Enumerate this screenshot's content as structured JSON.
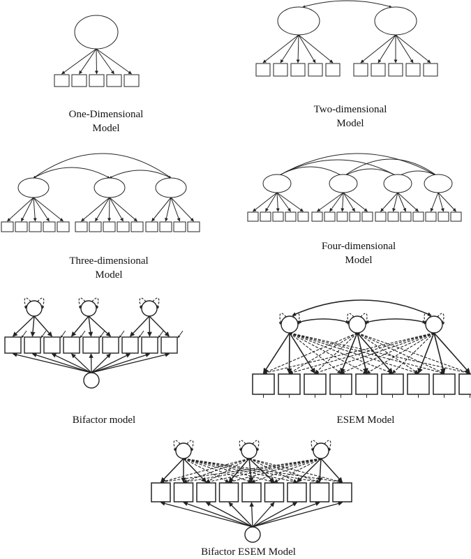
{
  "figure": {
    "panels": [
      {
        "id": "one-dimensional",
        "lines": [
          "One-Dimensional",
          "Model"
        ]
      },
      {
        "id": "two-dimensional",
        "lines": [
          "Two-dimensional",
          "Model"
        ]
      },
      {
        "id": "three-dimensional",
        "lines": [
          "Three-dimensional",
          "Model"
        ]
      },
      {
        "id": "four-dimensional",
        "lines": [
          "Four-dimensional",
          "Model"
        ]
      },
      {
        "id": "bifactor",
        "lines": [
          "Bifactor model"
        ]
      },
      {
        "id": "esem",
        "lines": [
          "ESEM Model"
        ]
      },
      {
        "id": "bifactor-esem",
        "lines": [
          "Bifactor ESEM Model"
        ]
      }
    ]
  }
}
